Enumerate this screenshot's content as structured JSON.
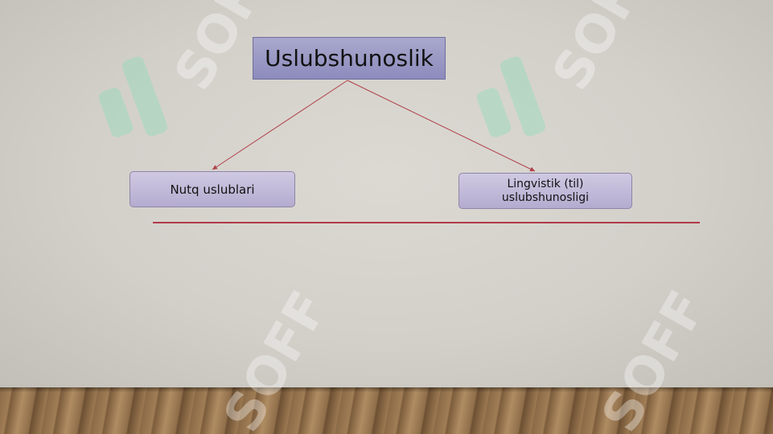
{
  "diagram": {
    "root": {
      "label": "Uslubshunoslik"
    },
    "children": [
      {
        "label": "Nutq uslublari"
      },
      {
        "label": "Lingvistik (til) uslubshunosligi"
      }
    ],
    "colors": {
      "connector": "#b0404a",
      "divider": "#b23a48",
      "root_fill": "#9b9ac4",
      "child_fill": "#c2bbd9"
    }
  },
  "watermark": {
    "text": "SOFF"
  }
}
